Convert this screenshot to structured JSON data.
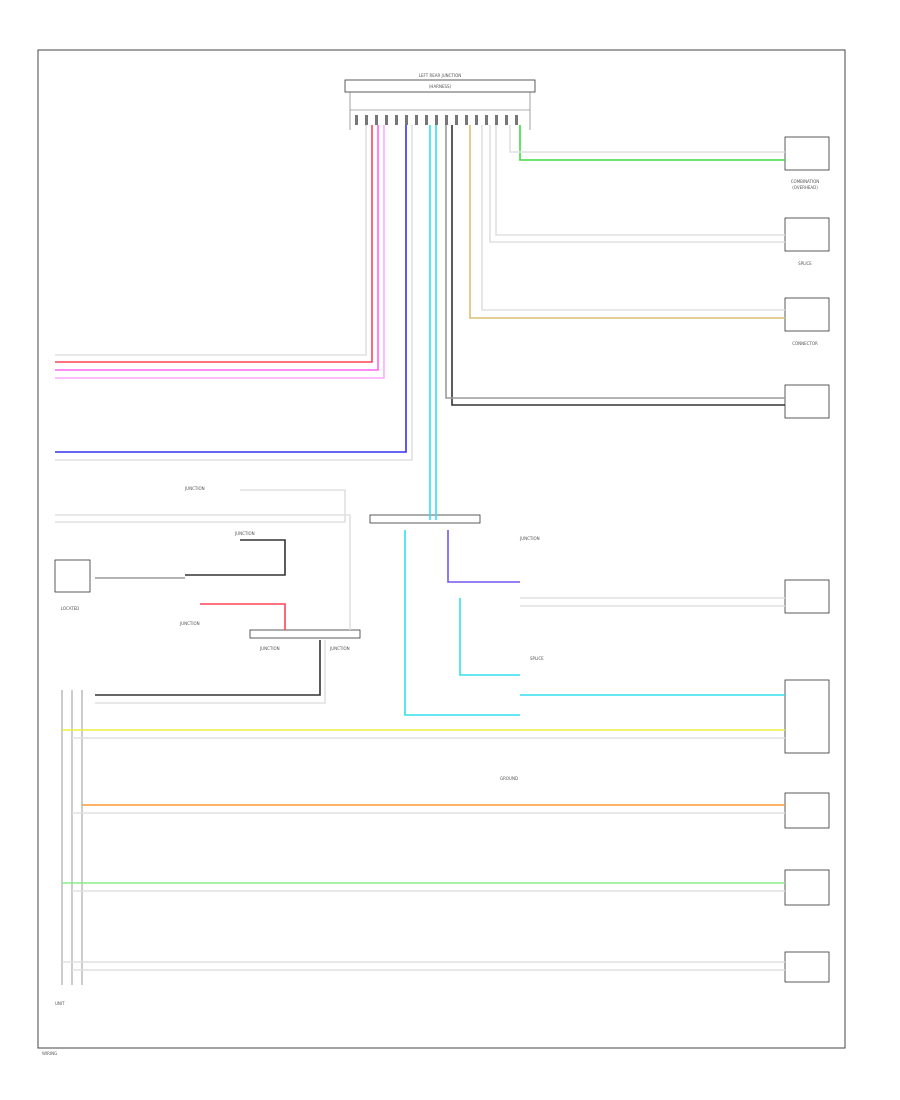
{
  "wire_colors": {
    "white": "#e0e0e0",
    "gray": "#9a9a9a",
    "black": "#333333",
    "green": "#3ddc3d",
    "light_green": "#88ee88",
    "red": "#ff4455",
    "pink": "#ff66ee",
    "pink_light": "#ffaaff",
    "blue": "#3333ee",
    "light_blue": "#33e0f0",
    "yellow": "#eeee44",
    "orange": "#ff9933",
    "tan": "#dcc070",
    "violet": "#7755ee"
  },
  "labels": {
    "top_connector_name": "LEFT REAR JUNCTION",
    "top_connector_sub": "(HARNESS)",
    "c1_name": "COMBINATION",
    "c1_sub": "(OVERHEAD)",
    "c2_name": "SPLICE",
    "c3_name": "CONNECTOR",
    "conn_right": "LOCATED",
    "j1": "JUNCTION",
    "j2": "JUNCTION",
    "j3": "JUNCTION",
    "j4": "JUNCTION",
    "j5": "JUNCTION",
    "j6": "JUNCTION",
    "splice_mid": "SPLICE",
    "ground_text": "GROUND",
    "unit_label": "UNIT",
    "footer": "WIRING"
  }
}
